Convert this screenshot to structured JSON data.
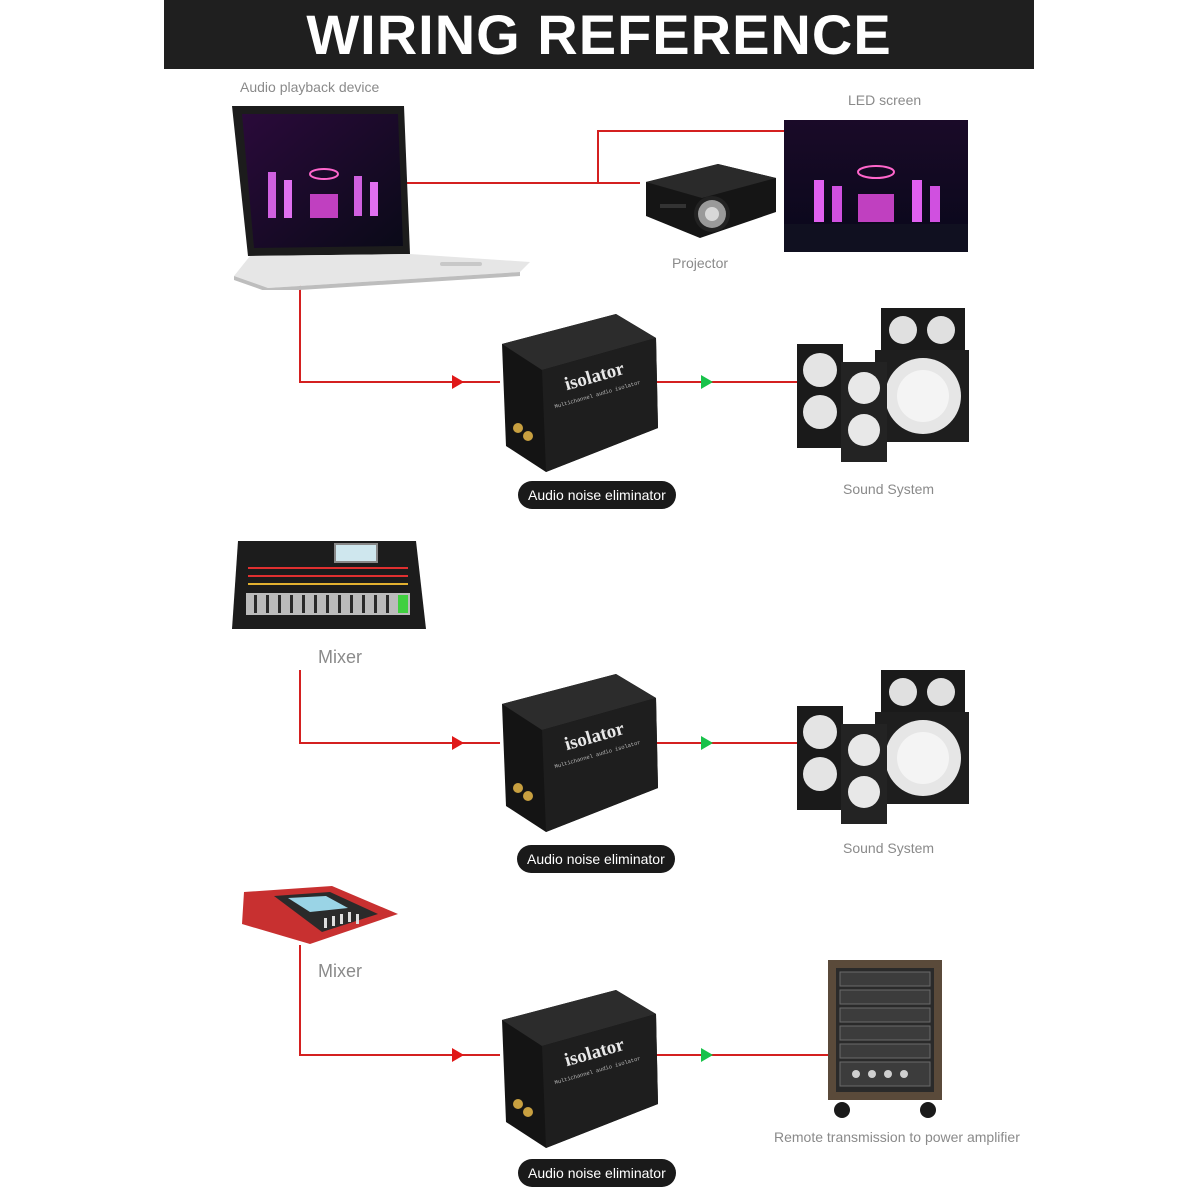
{
  "header": {
    "title": "WIRING REFERENCE"
  },
  "row1": {
    "source_label": "Audio playback device",
    "projector_label": "Projector",
    "screen_label": "LED screen",
    "isolator_pill": "Audio noise eliminator",
    "output_label": "Sound System"
  },
  "row2": {
    "source_label": "Mixer",
    "isolator_pill": "Audio noise eliminator",
    "output_label": "Sound System"
  },
  "row3": {
    "source_label": "Mixer",
    "isolator_pill": "Audio noise eliminator",
    "output_label": "Remote transmission to power amplifier"
  },
  "device_text": {
    "isolator_brand": "isolator",
    "isolator_subtitle": "Multichannel audio isolator"
  },
  "colors": {
    "banner": "#1f1f1f",
    "wire": "#d42020",
    "input_arrow": "#e01818",
    "output_arrow": "#19c24a",
    "pill": "#1a1a1a"
  },
  "icons": [
    "laptop-icon",
    "projector-icon",
    "led-screen-icon",
    "isolator-icon",
    "speaker-stack-icon",
    "mixer-console-icon",
    "amplifier-rack-icon"
  ]
}
